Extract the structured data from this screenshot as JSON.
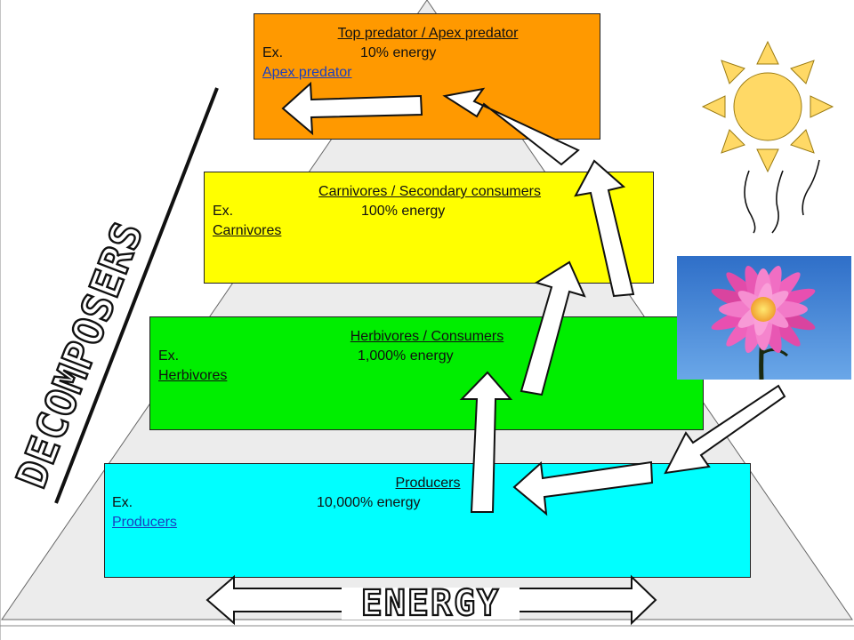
{
  "tiers": {
    "apex": {
      "title": "Top predator / Apex predator",
      "ex": "Ex.",
      "energy": "10% energy",
      "link": "Apex predator",
      "color": "#ff9900"
    },
    "carnivores": {
      "title": "Carnivores / Secondary consumers",
      "ex": "Ex.",
      "energy": "100% energy",
      "link": "Carnivores",
      "color": "#ffff00"
    },
    "herbivores": {
      "title": "Herbivores / Consumers",
      "ex": "Ex.",
      "energy": "1,000% energy",
      "link": "Herbivores",
      "color": "#00ee00"
    },
    "producers": {
      "title": "Producers",
      "ex": "Ex.",
      "energy": "10,000% energy",
      "link": "Producers",
      "color": "#00ffff"
    }
  },
  "side_label": "DECOMPOSERS",
  "bottom_label": "ENERGY",
  "colors": {
    "pyramid": "#ececec",
    "sun": "#ffd966",
    "sky": "#3f86d9",
    "petal": "#e84fb0"
  },
  "icons": {
    "sun": "sun-icon",
    "heat": "heat-waves-icon",
    "flower": "flower-photo"
  }
}
